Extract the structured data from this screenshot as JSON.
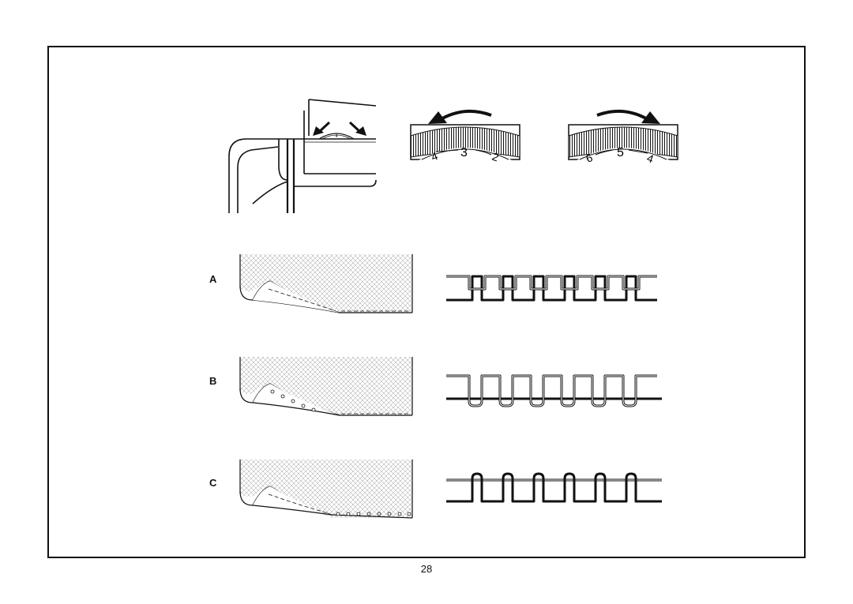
{
  "dial_left": {
    "numbers": [
      "4",
      "3",
      "2"
    ]
  },
  "dial_right": {
    "numbers": [
      "6",
      "5",
      "4"
    ]
  },
  "machine": {
    "dial_mark": "4"
  },
  "rows": [
    {
      "label": "A"
    },
    {
      "label": "B"
    },
    {
      "label": "C"
    }
  ],
  "page_number": "28"
}
